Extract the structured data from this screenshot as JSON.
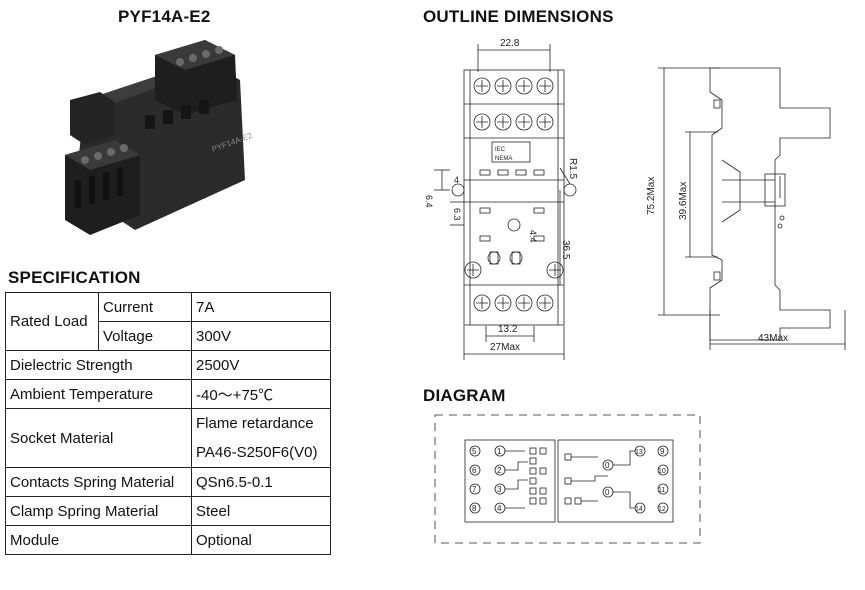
{
  "product": {
    "title": "PYF14A-E2",
    "body_marking": "PYF14A-E2"
  },
  "outline": {
    "title": "OUTLINE DIMENSIONS",
    "dims": {
      "top_width": "22.8",
      "radius": "R1.5",
      "dim_4": "4",
      "dim_6_4": "6.4",
      "dim_6_3": "6.3",
      "dim_4_4": "4.4",
      "dim_36_5": "36.5",
      "dim_13_2": "13.2",
      "width_max": "27Max",
      "height_max": "75.2Max",
      "inner_height_max": "39.6Max",
      "depth_max": "43Max"
    },
    "label_plate": [
      "IEC",
      "NEMA"
    ]
  },
  "spec": {
    "title": "SPECIFICATION",
    "rated_load": "Rated Load",
    "current_label": "Current",
    "current_value": "7A",
    "voltage_label": "Voltage",
    "voltage_value": "300V",
    "dielectric_label": "Dielectric Strength",
    "dielectric_value": "2500V",
    "ambient_label": "Ambient Temperature",
    "ambient_value": "-40～+75℃",
    "socket_label": "Socket Material",
    "socket_value_1": "Flame retardance",
    "socket_value_2": "PA46-S250F6(V0)",
    "contacts_label": "Contacts Spring Material",
    "contacts_value": "QSn6.5-0.1",
    "clamp_label": "Clamp Spring Material",
    "clamp_value": "Steel",
    "module_label": "Module",
    "module_value": "Optional"
  },
  "diagram": {
    "title": "DIAGRAM",
    "left_outer": [
      "5",
      "6",
      "7",
      "8"
    ],
    "left_inner": [
      "1",
      "2",
      "3",
      "4"
    ],
    "right_inner": [
      "13",
      "0",
      "0",
      "14"
    ],
    "right_outer": [
      "9",
      "10",
      "11",
      "12"
    ]
  }
}
